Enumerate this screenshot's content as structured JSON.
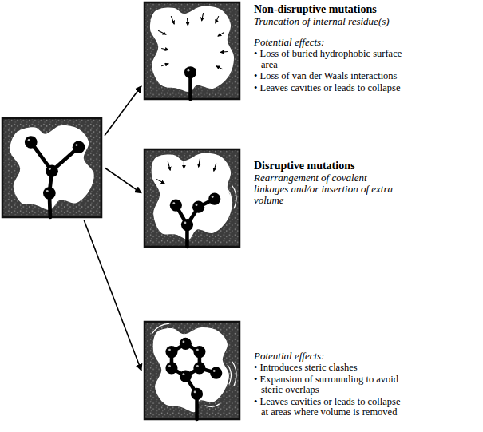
{
  "diagram": {
    "nodes": [
      {
        "text": []
      },
      {
        "text": [
          "Non-disruptive mutations",
          "Truncation of internal residue(s)",
          "Potential effects:",
          "• Loss of buried hydrophobic surface area",
          "• Loss of van der Waals interactions",
          "• Leaves cavities or leads to collapse"
        ]
      },
      {
        "text": [
          "Disruptive mutations",
          "Rearrangement of covalent linkages and/or insertion of extra volume"
        ]
      },
      {
        "text": [
          "Potential effects:",
          "• Introduces steric clashes",
          "• Expansion of surrounding to avoid steric overlaps",
          "• Leaves cavities or leads to collapse at areas where volume is removed"
        ]
      }
    ],
    "edges": [
      {
        "from": 0,
        "to": 1,
        "arrow": "to"
      },
      {
        "from": 0,
        "to": 2,
        "arrow": "to"
      },
      {
        "from": 0,
        "to": 3,
        "arrow": "to"
      }
    ]
  }
}
